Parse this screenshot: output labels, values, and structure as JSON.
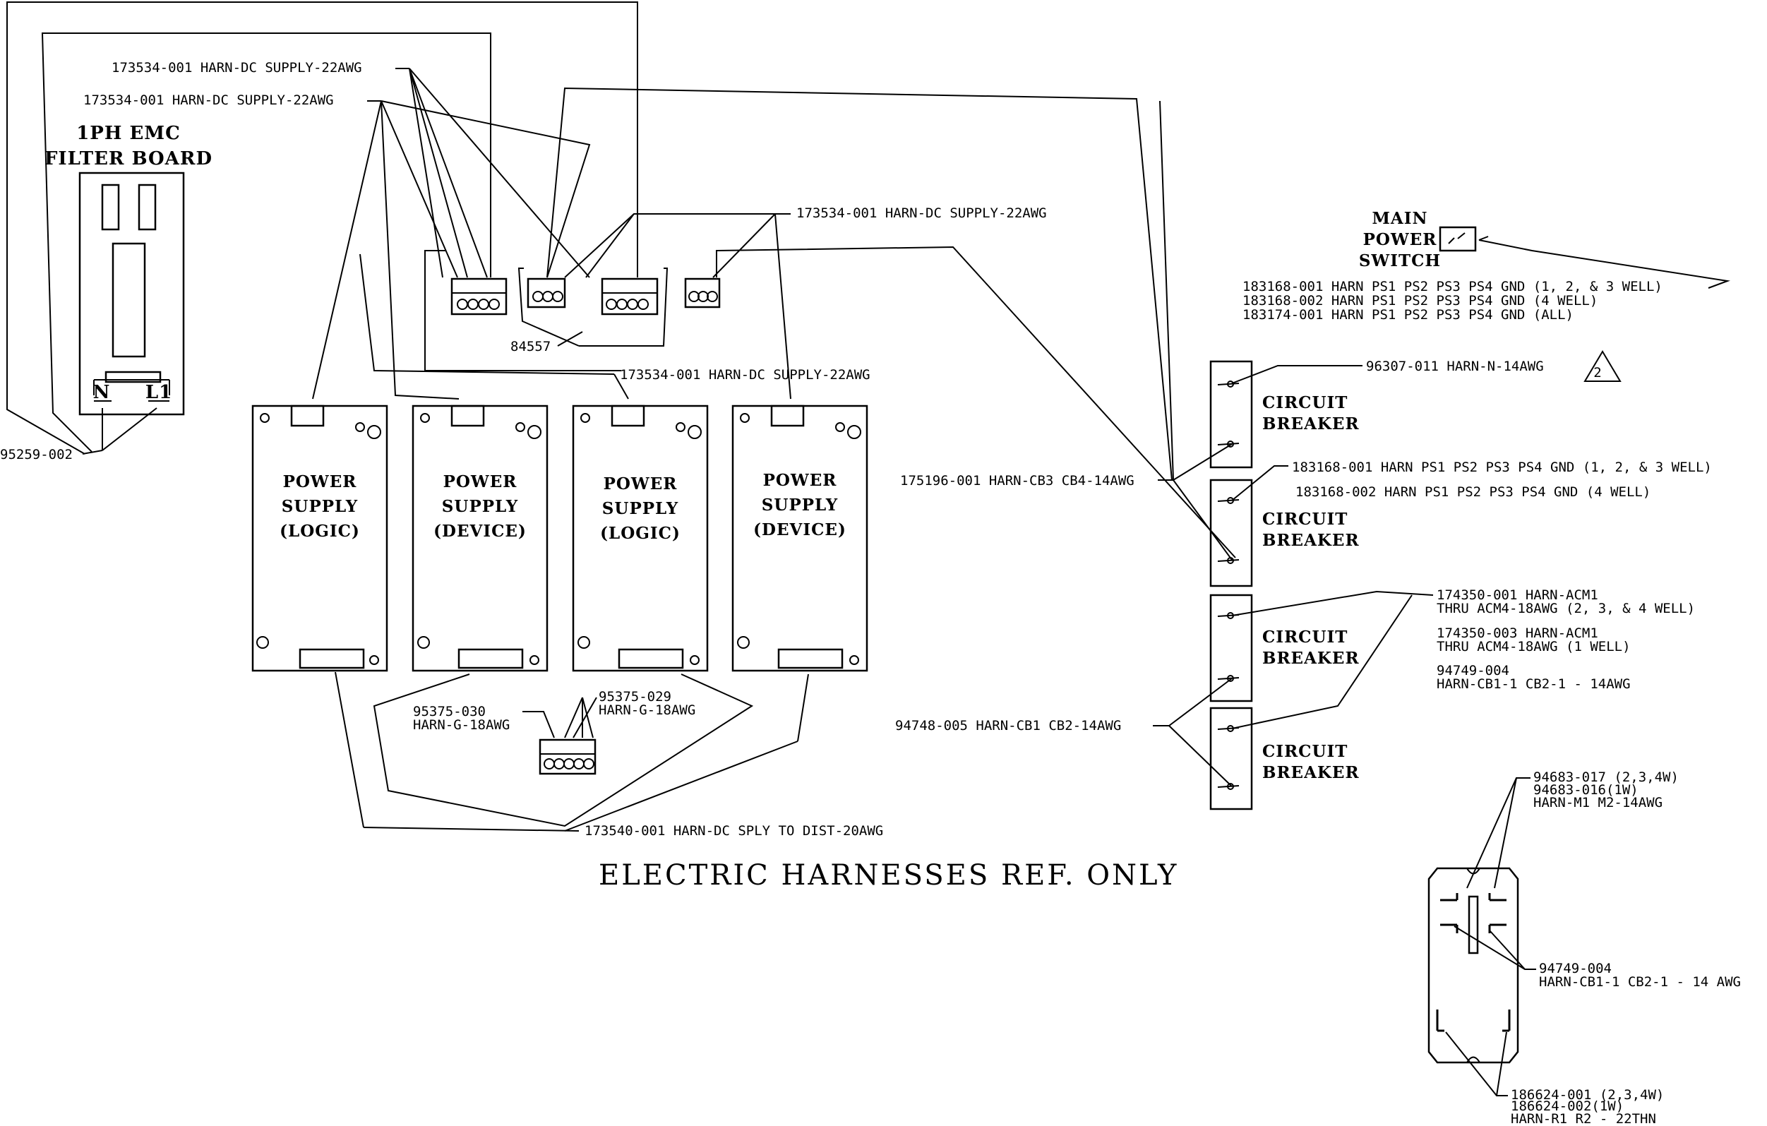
{
  "title": "ELECTRIC HARNESSES REF. ONLY",
  "emc_board": {
    "title_line1": "1PH EMC",
    "title_line2": "FILTER BOARD",
    "term_n": "N",
    "term_l1": "L1"
  },
  "power_supplies": [
    {
      "line1": "POWER",
      "line2": "SUPPLY",
      "line3": "(LOGIC)"
    },
    {
      "line1": "POWER",
      "line2": "SUPPLY",
      "line3": "(DEVICE)"
    },
    {
      "line1": "POWER",
      "line2": "SUPPLY",
      "line3": "(LOGIC)"
    },
    {
      "line1": "POWER",
      "line2": "SUPPLY",
      "line3": "(DEVICE)"
    }
  ],
  "main_switch": {
    "line1": "MAIN",
    "line2": "POWER",
    "line3": "SWITCH"
  },
  "breakers": [
    {
      "line1": "CIRCUIT",
      "line2": "BREAKER"
    },
    {
      "line1": "CIRCUIT",
      "line2": "BREAKER"
    },
    {
      "line1": "CIRCUIT",
      "line2": "BREAKER"
    },
    {
      "line1": "CIRCUIT",
      "line2": "BREAKER"
    }
  ],
  "labels": {
    "dc_supply_1": "173534-001 HARN-DC SUPPLY-22AWG",
    "dc_supply_2": "173534-001 HARN-DC SUPPLY-22AWG",
    "dc_supply_3": "173534-001 HARN-DC SUPPLY-22AWG",
    "dc_supply_4": "173534-001 HARN-DC SUPPLY-22AWG",
    "p84557": "84557",
    "p95259": "95259-002",
    "gnd_1": "183168-001 HARN PS1 PS2 PS3 PS4 GND (1, 2, & 3 WELL)",
    "gnd_2": "183168-002 HARN PS1 PS2 PS3 PS4 GND (4 WELL)",
    "gnd_3": "183174-001 HARN PS1 PS2 PS3 PS4 GND (ALL)",
    "harn_n": "96307-011 HARN-N-14AWG",
    "note_num": "2",
    "gnd_4": "183168-001 HARN PS1 PS2 PS3 PS4 GND (1, 2, & 3 WELL)",
    "gnd_5": "183168-002 HARN PS1 PS2 PS3 PS4 GND (4 WELL)",
    "cb3_cb4": "175196-001 HARN-CB3 CB4-14AWG",
    "acm_1a": "174350-001 HARN-ACM1",
    "acm_1b": "THRU ACM4-18AWG (2, 3, & 4 WELL)",
    "acm_2a": "174350-003 HARN-ACM1",
    "acm_2b": "THRU ACM4-18AWG (1 WELL)",
    "cb1_a": "94749-004",
    "cb1_b": "HARN-CB1-1 CB2-1 - 14AWG",
    "cb1_cb2": "94748-005 HARN-CB1 CB2-14AWG",
    "g030_a": "95375-030",
    "g030_b": "HARN-G-18AWG",
    "g029_a": "95375-029",
    "g029_b": "HARN-G-18AWG",
    "dist": "173540-001 HARN-DC SPLY TO DIST-20AWG",
    "m1_a": "94683-017 (2,3,4W)",
    "m1_b": "94683-016(1W)",
    "m1_c": "HARN-M1 M2-14AWG",
    "cb1_2a": "94749-004",
    "cb1_2b": "HARN-CB1-1 CB2-1 - 14 AWG",
    "r1_a": "186624-001 (2,3,4W)",
    "r1_b": "186624-002(1W)",
    "r1_c": "HARN-R1 R2 - 22THN"
  }
}
